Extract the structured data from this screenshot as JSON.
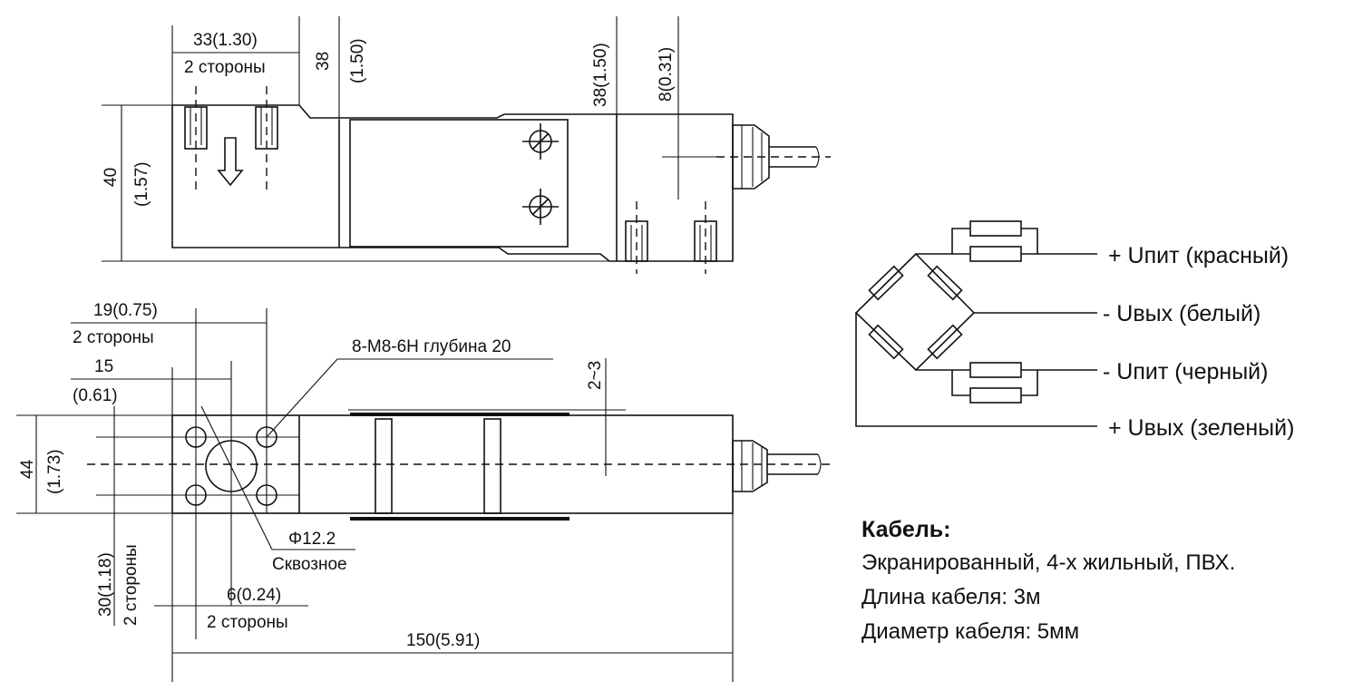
{
  "top_view": {
    "dim_33": "33(1.30)",
    "dim_33_note": "2 стороны",
    "dim_38": "38",
    "dim_38_in": "(1.50)",
    "dim_38b": "38(1.50)",
    "dim_8": "8(0.31)",
    "dim_40": "40",
    "dim_40_in": "(1.57)"
  },
  "front_view": {
    "dim_19": "19(0.75)",
    "dim_19_note": "2 стороны",
    "dim_15": "15",
    "dim_15_in": "(0.61)",
    "thread_label": "8-M8-6H глубина 20",
    "dim_2_3": "2~3",
    "dim_44": "44",
    "dim_44_in": "(1.73)",
    "hole_label": "Φ12.2",
    "hole_note": "Сквозное",
    "dim_30": "30(1.18)",
    "dim_30_note": "2 стороны",
    "dim_6": "6(0.24)",
    "dim_6_note": "2 стороны",
    "dim_150": "150(5.91)"
  },
  "wiring": {
    "supply_plus": "+ Uпит (красный)",
    "out_minus": "-  Uвых (белый)",
    "supply_minus": "-  Uпит (черный)",
    "out_plus": "+  Uвых (зеленый)"
  },
  "cable": {
    "title": "Кабель:",
    "line1": "Экранированный, 4-х жильный, ПВХ.",
    "line2": "Длина кабеля: 3м",
    "line3": "Диаметр кабеля:  5мм"
  }
}
